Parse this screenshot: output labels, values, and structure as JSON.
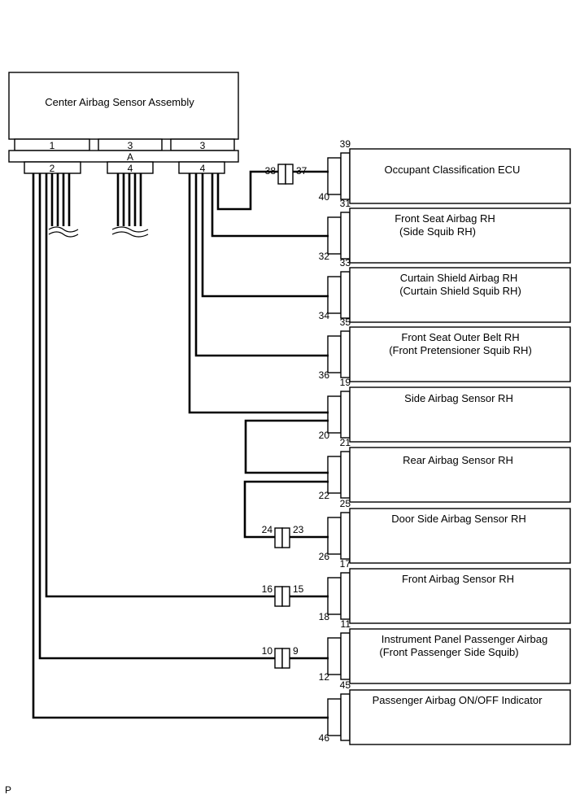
{
  "assembly": {
    "title": "Center Airbag Sensor Assembly",
    "connector_letter": "A",
    "upper_pins": [
      "1",
      "3",
      "3"
    ],
    "lower_pins": [
      "2",
      "4",
      "4"
    ]
  },
  "components": [
    {
      "name": "Occupant Classification ECU",
      "pin_top": "39",
      "pin_bottom": "40"
    },
    {
      "name": "Front Seat Airbag RH",
      "subtitle": "(Side Squib RH)",
      "pin_top": "31",
      "pin_bottom": "32"
    },
    {
      "name": "Curtain Shield Airbag RH",
      "subtitle": "(Curtain Shield Squib RH)",
      "pin_top": "33",
      "pin_bottom": "34"
    },
    {
      "name": "Front Seat Outer Belt RH",
      "subtitle": "(Front Pretensioner Squib RH)",
      "pin_top": "35",
      "pin_bottom": "36"
    },
    {
      "name": "Side Airbag Sensor RH",
      "pin_top": "19",
      "pin_bottom": "20"
    },
    {
      "name": "Rear Airbag Sensor RH",
      "pin_top": "21",
      "pin_bottom": "22"
    },
    {
      "name": "Door Side Airbag Sensor RH",
      "pin_top": "25",
      "pin_bottom": "26"
    },
    {
      "name": "Front Airbag Sensor RH",
      "pin_top": "17",
      "pin_bottom": "18"
    },
    {
      "name": "Instrument Panel Passenger Airbag",
      "subtitle": "(Front Passenger Side Squib)",
      "pin_top": "11",
      "pin_bottom": "12"
    },
    {
      "name": "Passenger Airbag ON/OFF Indicator",
      "pin_top": "45",
      "pin_bottom": "46"
    }
  ],
  "junctions": [
    {
      "left": "38",
      "right": "37"
    },
    {
      "left": "24",
      "right": "23"
    },
    {
      "left": "16",
      "right": "15"
    },
    {
      "left": "10",
      "right": "9"
    }
  ],
  "footer_code": "P"
}
